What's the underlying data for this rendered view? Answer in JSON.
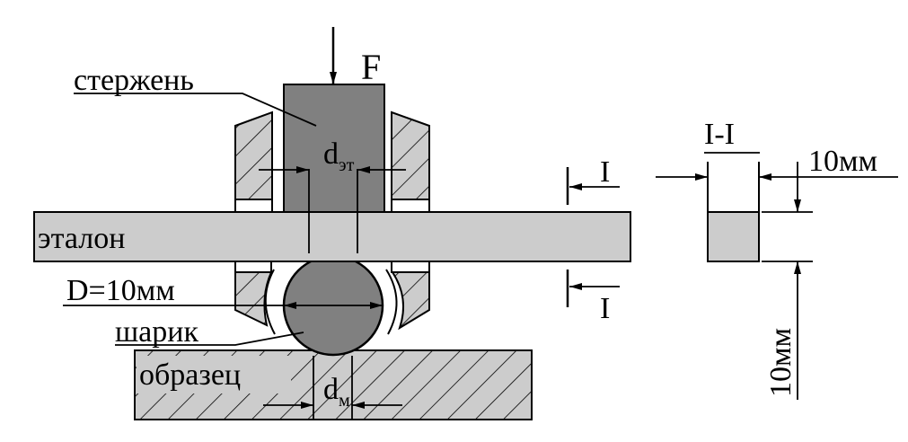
{
  "labels": {
    "force": "F",
    "rod": "стержень",
    "reference": "эталон",
    "ball": "шарик",
    "sample": "образец",
    "diameter": "D=10мм",
    "d_base": "d",
    "d_et_sub": "эт",
    "d_m_sub": "м",
    "section_mark": "I",
    "section_title": "I-I",
    "width_dim": "10мм",
    "height_dim": "10мм"
  },
  "colors": {
    "rod": "#808080",
    "ball": "#808080",
    "bar": "#cccccc",
    "fill_light": "#cccccc",
    "line": "#000000"
  }
}
